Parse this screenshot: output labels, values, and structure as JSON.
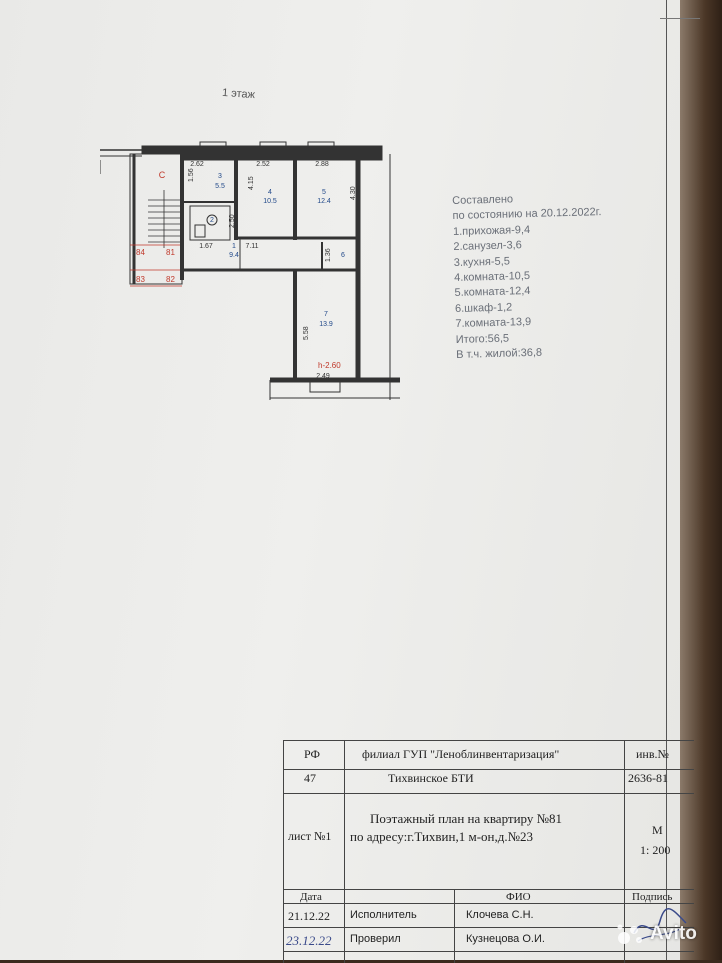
{
  "floor_title": "1 этаж",
  "plan": {
    "rooms": [
      {
        "num": "3",
        "area": "5.5"
      },
      {
        "num": "4",
        "area": "10.5"
      },
      {
        "num": "5",
        "area": "12.4"
      },
      {
        "num": "1",
        "area": "9.4"
      },
      {
        "num": "2",
        "area": ""
      },
      {
        "num": "6",
        "area": ""
      },
      {
        "num": "7",
        "area": "13.9"
      }
    ],
    "dimensions": [
      "2.62",
      "2.52",
      "2.88",
      "4.15",
      "4.30",
      "7.11",
      "1.67",
      "1.36",
      "5.58",
      "2.49",
      "1.56",
      "2.50"
    ],
    "height": "h-2.60",
    "apartments": [
      "84",
      "81",
      "83",
      "82"
    ],
    "stair_mark": "C"
  },
  "notes": {
    "line1": "Составлено",
    "line2": "по состоянию на 20.12.2022г.",
    "items": [
      "1.прихожая-9,4",
      "2.санузел-3,6",
      "3.кухня-5,5",
      "4.комната-10,5",
      "5.комната-12,4",
      "6.шкаф-1,2",
      "7.комната-13,9",
      "Итого:56,5",
      "В т.ч. жилой:36,8"
    ]
  },
  "stamp": {
    "rf": "РФ",
    "region": "47",
    "org_line1": "филиал ГУП \"Леноблинвентаризация\"",
    "org_line2": "Тихвинское БТИ",
    "inv_label": "инв.№",
    "inv_value": "2636-81",
    "sheet": "лист №1",
    "plan_title": "Поэтажный план на квартиру №81",
    "address": "по адресу:г.Тихвин,1 м-он,д.№23",
    "scale_label": "М",
    "scale_value": "1: 200",
    "date_header": "Дата",
    "fio_header": "ФИО",
    "sign_header": "Подпись",
    "row1_date": "21.12.22",
    "row1_role": "Исполнитель",
    "row1_name": "Клочева С.Н.",
    "row2_date": "23.12.22",
    "row2_role": "Проверил",
    "row2_name": "Кузнецова О.И."
  },
  "watermark": "Avito"
}
